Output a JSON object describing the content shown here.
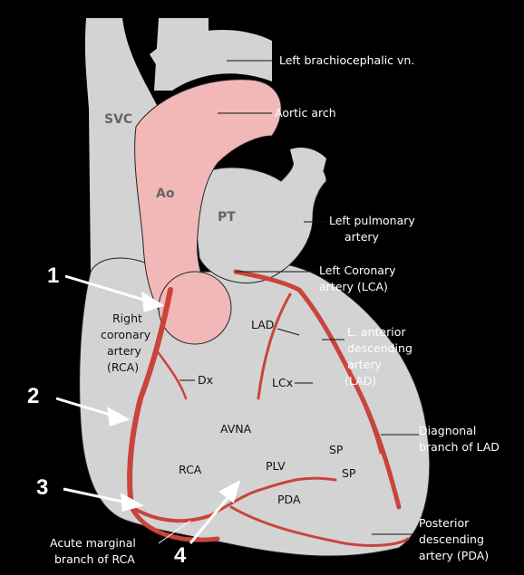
{
  "structures": {
    "svc": "SVC",
    "ao": "Ao",
    "pt": "PT"
  },
  "labels": {
    "left_brachiocephalic": "Left brachiocephalic vn.",
    "aortic_arch": "Aortic arch",
    "left_pulmonary_1": "Left pulmonary",
    "left_pulmonary_2": "artery",
    "lca_1": "Left Coronary",
    "lca_2": "artery (LCA)",
    "lad_short": "LAD",
    "lad_full_1": "L. anterior",
    "lad_full_2": "descending",
    "lad_full_3": "artery",
    "lad_full_4": "(LAD)",
    "rca_1": "Right",
    "rca_2": "coronary",
    "rca_3": "artery",
    "rca_4": "(RCA)",
    "dx": "Dx",
    "lcx": "LCx",
    "avna": "AVNA",
    "rca_short": "RCA",
    "plv": "PLV",
    "sp_1": "SP",
    "sp_2": "SP",
    "pda_short": "PDA",
    "diag_1": "Diagnonal",
    "diag_2": "branch of LAD",
    "post_1": "Posterior",
    "post_2": "descending",
    "post_3": "artery (PDA)",
    "acute_1": "Acute marginal",
    "acute_2": "branch of RCA"
  },
  "markers": {
    "m1": "1",
    "m2": "2",
    "m3": "3",
    "m4": "4"
  },
  "colors": {
    "background": "#000000",
    "heart": "#d3d3d3",
    "aorta": "#f2b8b8",
    "artery": "#c9443c",
    "label_text": "#ffffff"
  }
}
